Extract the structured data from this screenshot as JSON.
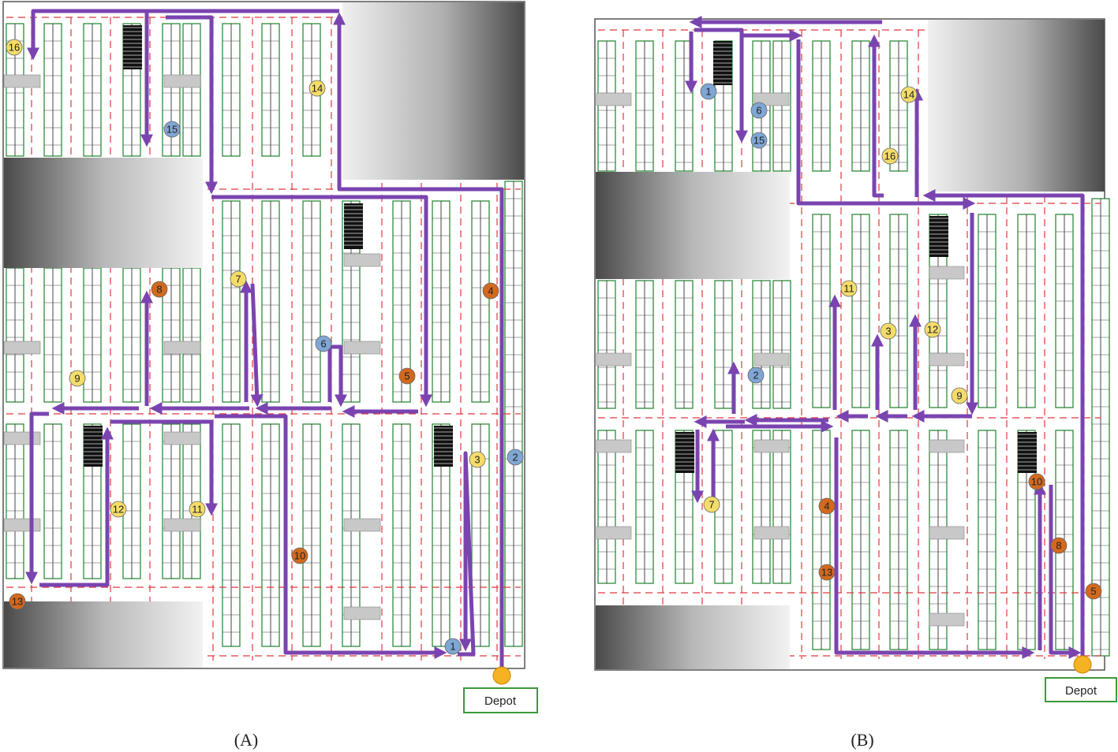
{
  "colors": {
    "route": "#7a44b0",
    "aisle_line": "#e0393e",
    "rack": "#2e8b3a",
    "yellow": "#f4dc6a",
    "blue": "#7fa6d4",
    "orange": "#d2691e",
    "depot": "#f5b324",
    "depot_box": "#3a9a3a"
  },
  "panels": [
    {
      "id": "A",
      "label": "(A)",
      "depot_label": "Depot",
      "markers": [
        {
          "n": "16",
          "c": "yellow"
        },
        {
          "n": "15",
          "c": "blue"
        },
        {
          "n": "14",
          "c": "yellow"
        },
        {
          "n": "8",
          "c": "orange"
        },
        {
          "n": "7",
          "c": "yellow"
        },
        {
          "n": "4",
          "c": "orange"
        },
        {
          "n": "6",
          "c": "blue"
        },
        {
          "n": "9",
          "c": "yellow"
        },
        {
          "n": "5",
          "c": "orange"
        },
        {
          "n": "3",
          "c": "yellow"
        },
        {
          "n": "2",
          "c": "blue"
        },
        {
          "n": "12",
          "c": "yellow"
        },
        {
          "n": "11",
          "c": "yellow"
        },
        {
          "n": "10",
          "c": "orange"
        },
        {
          "n": "13",
          "c": "orange"
        },
        {
          "n": "1",
          "c": "blue"
        }
      ]
    },
    {
      "id": "B",
      "label": "(B)",
      "depot_label": "Depot",
      "markers": [
        {
          "n": "1",
          "c": "blue"
        },
        {
          "n": "6",
          "c": "blue"
        },
        {
          "n": "15",
          "c": "blue"
        },
        {
          "n": "14",
          "c": "yellow"
        },
        {
          "n": "16",
          "c": "yellow"
        },
        {
          "n": "11",
          "c": "yellow"
        },
        {
          "n": "3",
          "c": "yellow"
        },
        {
          "n": "12",
          "c": "yellow"
        },
        {
          "n": "2",
          "c": "blue"
        },
        {
          "n": "9",
          "c": "yellow"
        },
        {
          "n": "10",
          "c": "orange"
        },
        {
          "n": "7",
          "c": "yellow"
        },
        {
          "n": "4",
          "c": "orange"
        },
        {
          "n": "8",
          "c": "orange"
        },
        {
          "n": "13",
          "c": "orange"
        },
        {
          "n": "5",
          "c": "orange"
        }
      ]
    }
  ]
}
